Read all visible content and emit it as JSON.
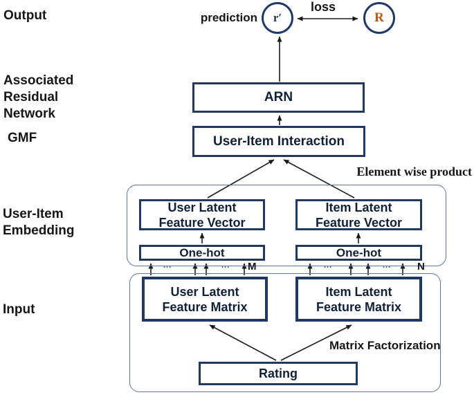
{
  "colors": {
    "box_border": "#1f3864",
    "box_text": "#122036",
    "label_text": "#161616",
    "container_border": "#6272a3",
    "arrow": "#1a1a1a",
    "pred_text": "#22314e",
    "actual_text": "#c05a11",
    "bg": "#ffffff"
  },
  "side_labels": {
    "output": "Output",
    "associated_residual_network": "Associated\nResidual\nNetwork",
    "gmf": "GMF",
    "user_item_embedding": "User-Item\nEmbedding",
    "input": "Input"
  },
  "output_row": {
    "prediction_label": "prediction",
    "predicted_value": "r′",
    "loss_label": "loss",
    "actual_value": "R"
  },
  "boxes": {
    "arn": "ARN",
    "interaction": "User-Item Interaction",
    "user_vector": "User Latent\nFeature Vector",
    "item_vector": "Item Latent\nFeature Vector",
    "user_onehot": "One-hot",
    "item_onehot": "One-hot",
    "user_matrix": "User Latent\nFeature Matrix",
    "item_matrix": "Item Latent\nFeature Matrix",
    "rating": "Rating"
  },
  "annotations": {
    "element_wise_product": "Element wise product",
    "matrix_factorization": "Matrix Factorization",
    "m": "M",
    "n": "N",
    "ellipsis": "..."
  }
}
